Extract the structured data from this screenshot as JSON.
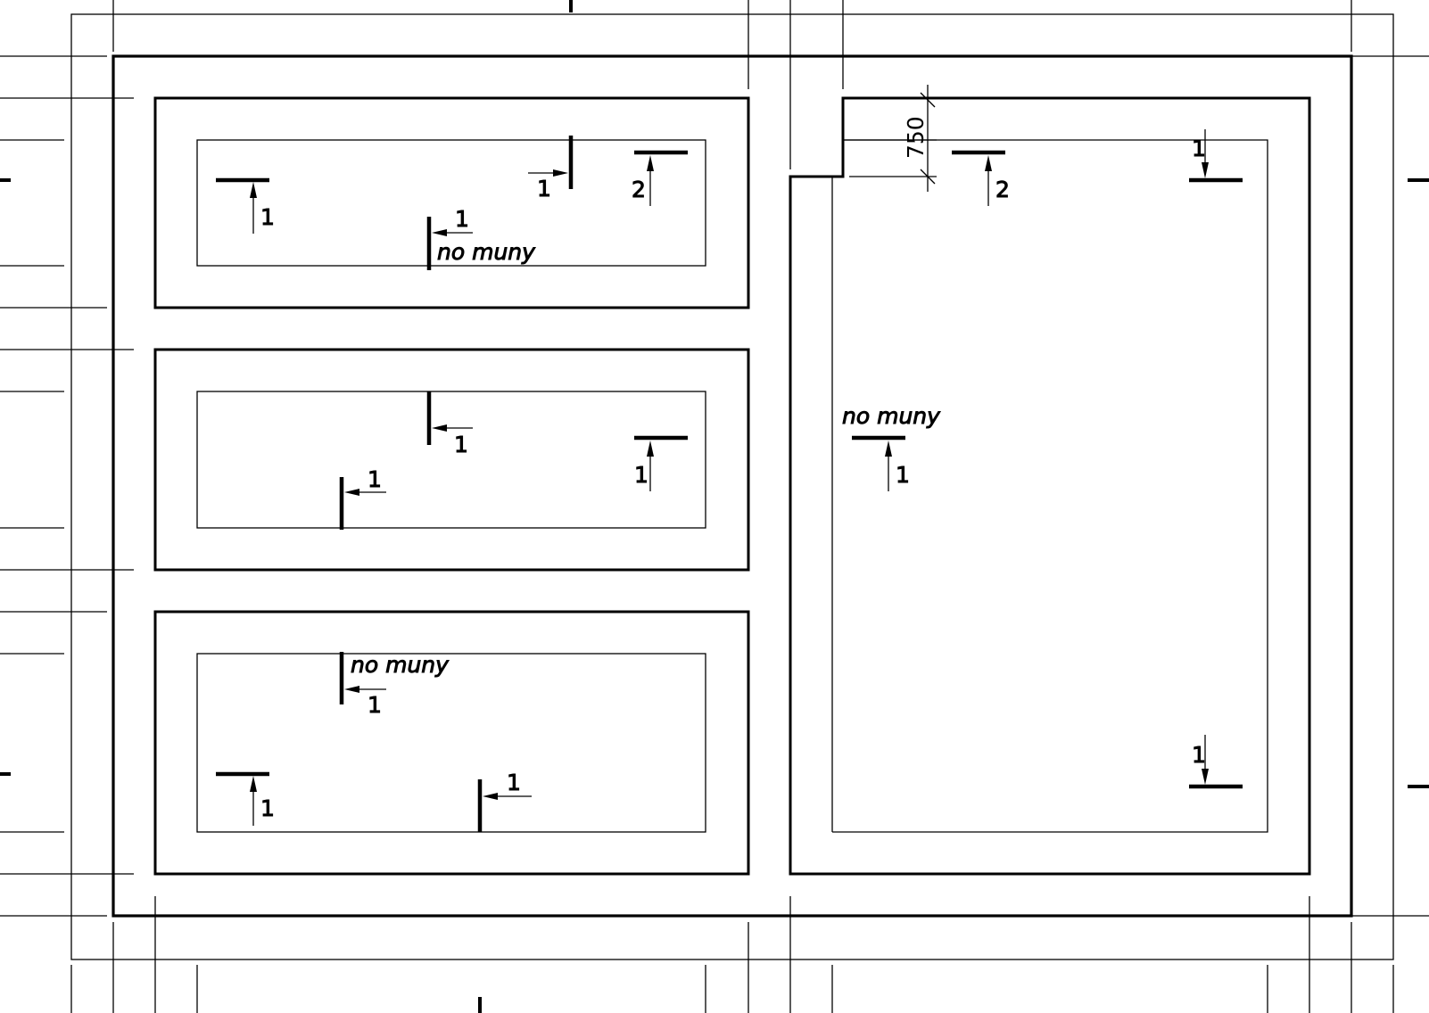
{
  "labels": {
    "section_1": "1",
    "section_2": "2",
    "no_muny": "no  muny",
    "dimension_750": "750"
  },
  "line_color": "#000000",
  "background": "#ffffff"
}
